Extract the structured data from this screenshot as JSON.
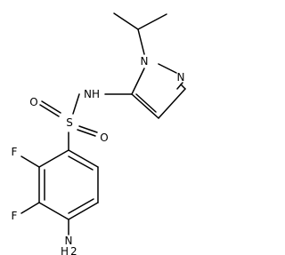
{
  "atoms": {
    "nh2_N": "N",
    "nh2_H": "H",
    "nh2_sub": "2",
    "F_top": "F",
    "F_bottom": "F",
    "S": "S",
    "O_left": "O",
    "O_right": "O",
    "NH": "NH",
    "N_pyrazole_1": "N",
    "N_pyrazole_2": "N"
  },
  "colors": {
    "bond": "#000000",
    "label": "#000000",
    "background": "#ffffff"
  }
}
